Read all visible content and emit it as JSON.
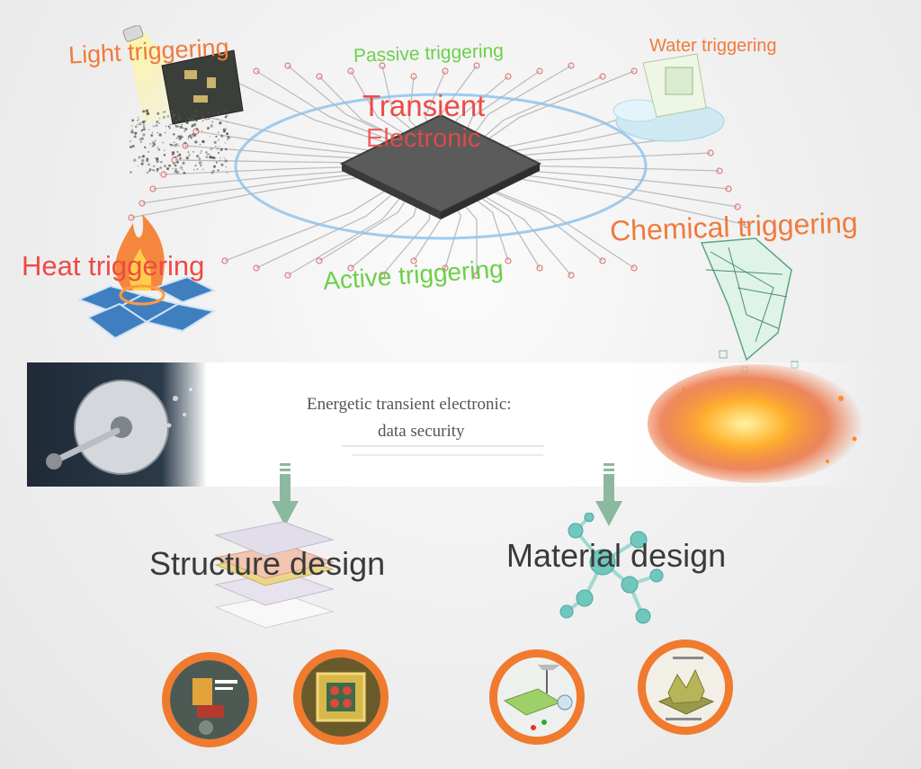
{
  "center": {
    "line1": "Transient",
    "line2": "Electronic"
  },
  "labels": {
    "light": "Light triggering",
    "passive": "Passive triggering",
    "water": "Water triggering",
    "heat": "Heat triggering",
    "active": "Active triggering",
    "chemical": "Chemical triggering"
  },
  "band": {
    "line1": "Energetic transient electronic:",
    "line2": "data security"
  },
  "designs": {
    "structure": "Structure design",
    "material": "Material design"
  },
  "colors": {
    "trigger_orange": "#f07a3c",
    "trigger_red": "#ef4a45",
    "trigger_green": "#6ccf4a",
    "ring_orange": "#f07a2e",
    "arrow_green": "#8db8a0"
  }
}
